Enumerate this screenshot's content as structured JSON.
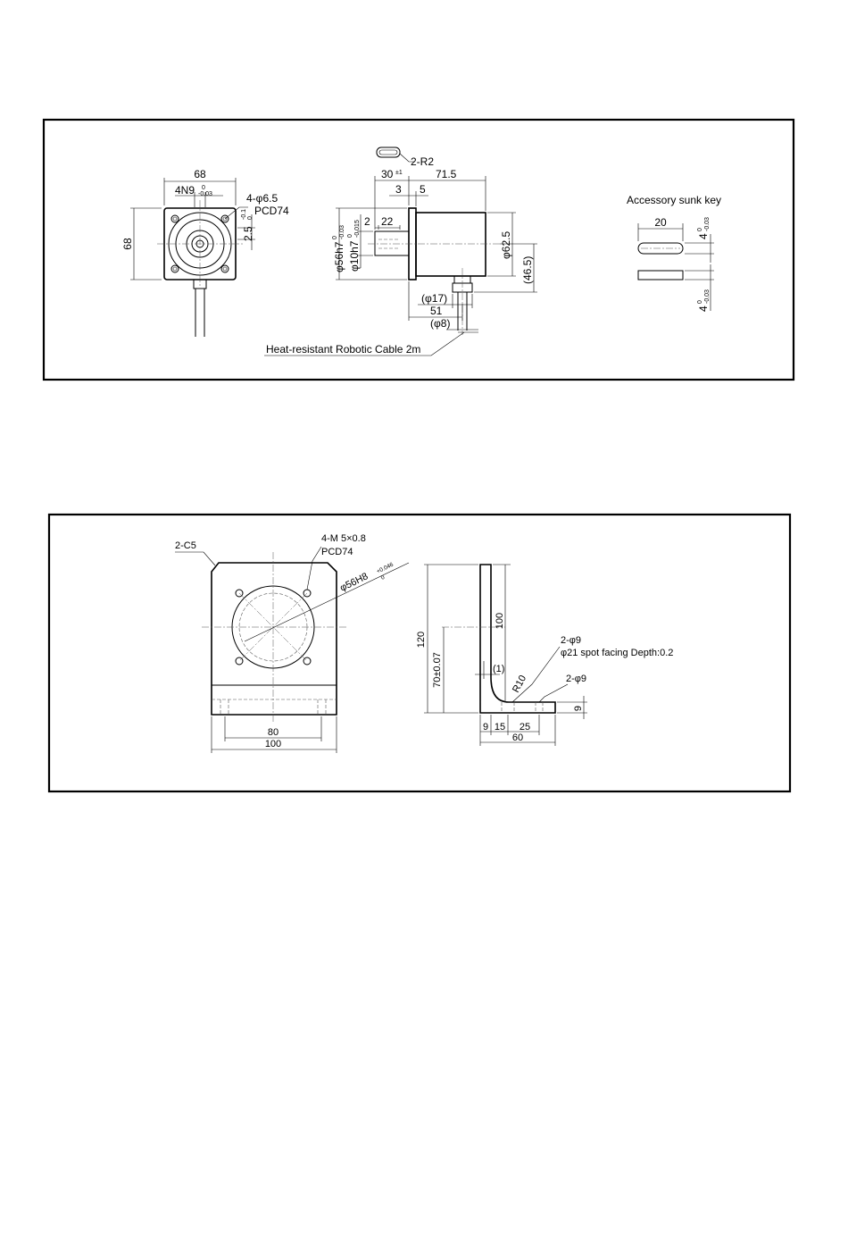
{
  "motor": {
    "front": {
      "width": "68",
      "key": "4N9",
      "key_tol_upper": "0",
      "key_tol_lower": "-0.03",
      "holes": "4-φ6.5",
      "pcd": "PCD74",
      "key_depth": "2.5",
      "key_depth_tol_upper": "-0.1",
      "key_depth_tol_lower": "0",
      "height": "68"
    },
    "side": {
      "corner": "2-R2",
      "flange_len": "30",
      "flange_tol": "±1",
      "body_len": "71.5",
      "d3": "3",
      "d5": "5",
      "d2": "2",
      "d22": "22",
      "pilot": "φ56h7",
      "pilot_tol_upper": "0",
      "pilot_tol_lower": "-0.03",
      "shaft": "φ10h7",
      "shaft_tol_upper": "0",
      "shaft_tol_lower": "-0.015",
      "body_dia": "φ62.5",
      "cable_height": "(46.5)",
      "gland_dia": "(φ17)",
      "cable_pos": "51",
      "cable_dia": "(φ8)",
      "cable_note": "Heat-resistant Robotic Cable 2m"
    },
    "key": {
      "title": "Accessory sunk key",
      "len": "20",
      "w": "4",
      "w_tol_upper": "0",
      "w_tol_lower": "-0.03",
      "h": "4",
      "h_tol_upper": "0",
      "h_tol_lower": "-0.03"
    }
  },
  "bracket": {
    "front": {
      "chamfer": "2-C5",
      "tap": "4-M 5×0.8",
      "pcd": "PCD74",
      "bore": "φ56H8",
      "bore_tol_upper": "+0.046",
      "bore_tol_lower": "0",
      "hole_span": "80",
      "width": "100"
    },
    "side": {
      "height": "120",
      "upper": "100",
      "center_height": "70±0.07",
      "clearance": "(1)",
      "radius": "R10",
      "holes_top": "2-φ9",
      "spot_face": "φ21 spot facing Depth:0.2",
      "holes_base": "2-φ9",
      "thickness": "9",
      "d9": "9",
      "d15": "15",
      "d25": "25",
      "base_len": "60"
    }
  }
}
